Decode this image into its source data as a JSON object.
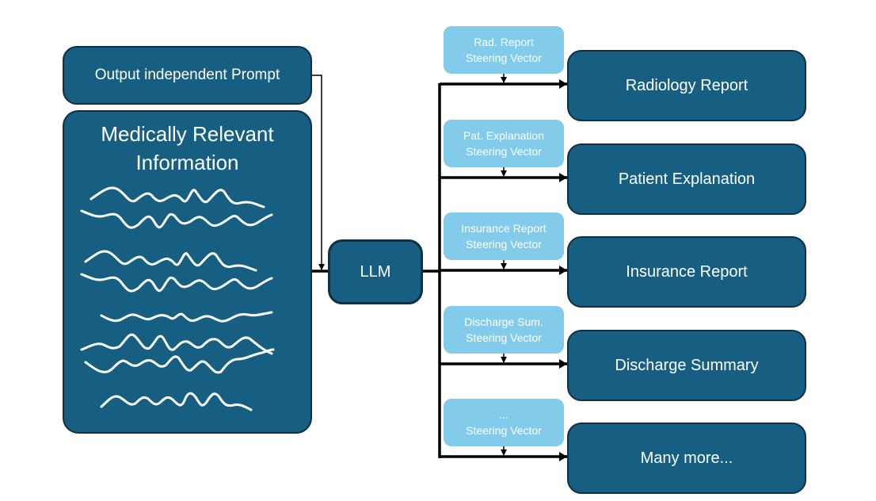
{
  "diagram": {
    "input": {
      "prompt_label": "Output independent Prompt",
      "info_title_line1": "Medically Relevant",
      "info_title_line2": "Information",
      "info_content_icon": "wavy-text-lines-icon",
      "info_line_count": 8
    },
    "model": {
      "label": "LLM"
    },
    "branches": [
      {
        "vector_line1": "Rad. Report",
        "vector_line2": "Steering Vector",
        "output": "Radiology Report"
      },
      {
        "vector_line1": "Pat. Explanation",
        "vector_line2": "Steering Vector",
        "output": "Patient Explanation"
      },
      {
        "vector_line1": "Insurance Report",
        "vector_line2": "Steering Vector",
        "output": "Insurance Report"
      },
      {
        "vector_line1": "Discharge Sum.",
        "vector_line2": "Steering Vector",
        "output": "Discharge Summary"
      },
      {
        "vector_line1": "...",
        "vector_line2": "Steering Vector",
        "output": "Many more..."
      }
    ],
    "colors": {
      "dark_box": "#175f82",
      "dark_border": "#0f2f42",
      "steering_vector": "#83cbea",
      "text_light": "#ffffff",
      "arrow": "#000000"
    }
  }
}
